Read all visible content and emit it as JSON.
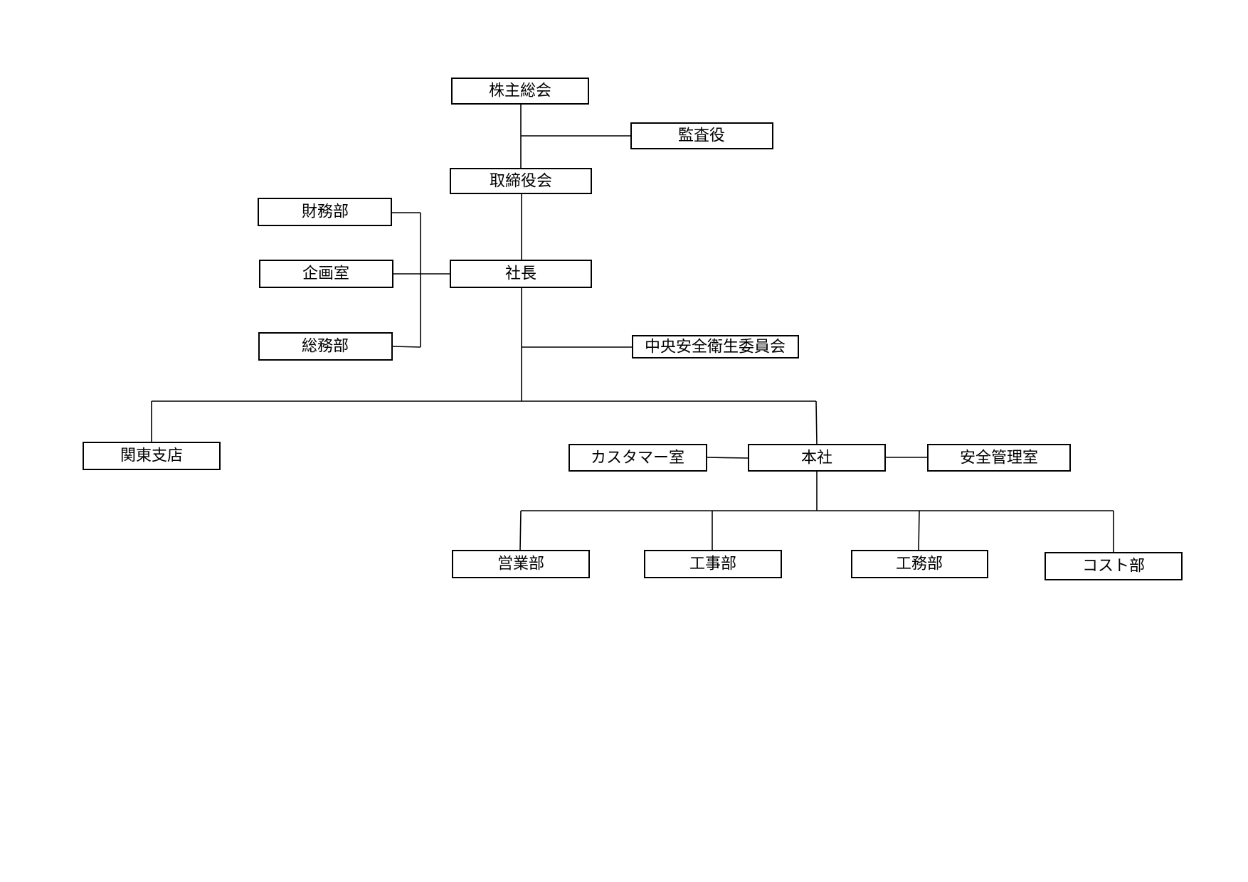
{
  "nodes": {
    "shareholders_meeting": "株主総会",
    "auditor": "監査役",
    "board": "取締役会",
    "finance": "財務部",
    "planning": "企画室",
    "general_affairs": "総務部",
    "president": "社長",
    "safety_committee": "中央安全衛生委員会",
    "kanto_branch": "関東支店",
    "customer_office": "カスタマー室",
    "head_office": "本社",
    "safety_management": "安全管理室",
    "sales": "営業部",
    "construction": "工事部",
    "engineering_affairs": "工務部",
    "cost": "コスト部"
  }
}
